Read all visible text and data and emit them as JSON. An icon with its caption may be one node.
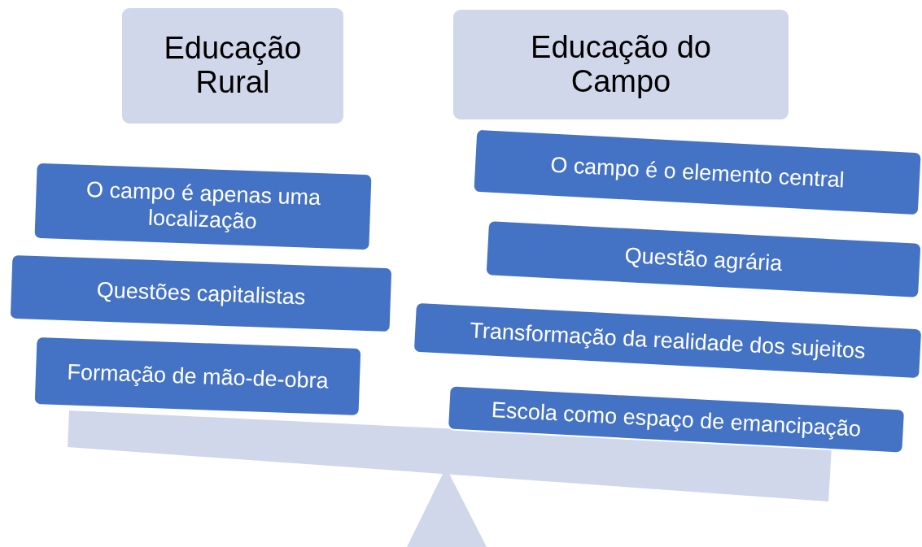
{
  "diagram": {
    "nodes": [
      {
        "text": [
          "Educação Rural"
        ]
      },
      {
        "text": [
          "Educação do Campo"
        ]
      },
      {
        "text": [
          "O campo é apenas uma localização"
        ]
      },
      {
        "text": [
          "Questões capitalistas"
        ]
      },
      {
        "text": [
          "Formação de mão-de-obra"
        ]
      },
      {
        "text": [
          "O campo é o elemento central"
        ]
      },
      {
        "text": [
          "Questão agrária"
        ]
      },
      {
        "text": [
          "Transformação da realidade dos sujeitos"
        ]
      },
      {
        "text": [
          "Escola como espaço de emancipação"
        ]
      }
    ],
    "edges": []
  }
}
